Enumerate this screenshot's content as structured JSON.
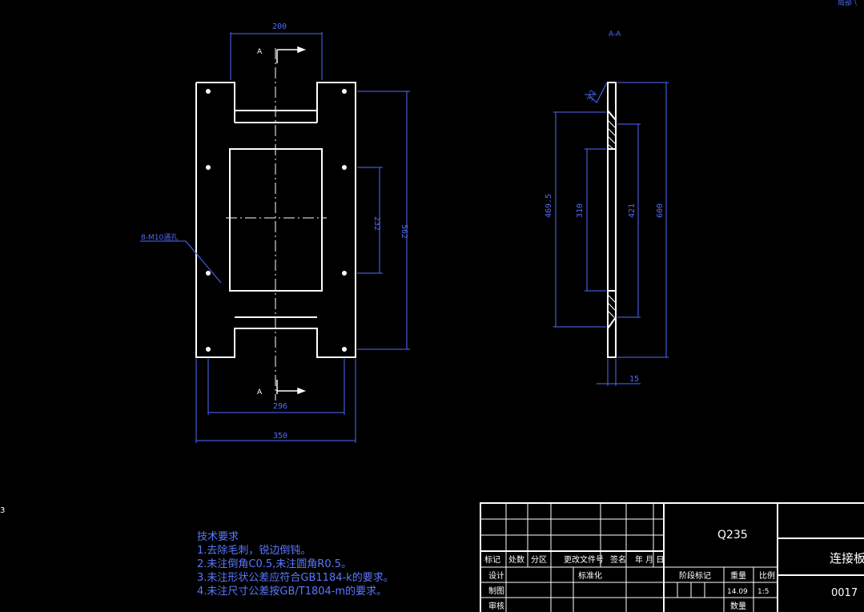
{
  "corner_text": "局部 \\",
  "front_view": {
    "section_marks": [
      "A",
      "A"
    ],
    "dims": {
      "top_width": "200",
      "height_holes": "562",
      "hole_spacing": "232",
      "bottom_holes": "296",
      "overall_width": "350"
    },
    "hole_callout": "8-M10通孔"
  },
  "side_view": {
    "title": "A-A",
    "dims": {
      "d1": "469.5",
      "d2": "310",
      "d3": "421",
      "d4": "600",
      "thickness": "15"
    },
    "roughness": "3.2"
  },
  "tech_notes": {
    "title": "技术要求",
    "lines": [
      "1.去除毛刺，锐边倒钝。",
      "2.未注倒角C0.5,未注圆角R0.5。",
      "3.未注形状公差应符合GB1184-k的要求。",
      "4.未注尺寸公差按GB/T1804-m的要求。"
    ]
  },
  "title_block": {
    "material": "Q235",
    "part_name": "连接板",
    "drawing_no": "0017",
    "header_cells": [
      "标记",
      "处数",
      "分区",
      "更改文件号",
      "签名",
      "年 月 日"
    ],
    "row_design": "设计",
    "row_standard": "标准化",
    "row_draw": "制图",
    "row_review": "审核",
    "stage_mark": "阶段标记",
    "weight_label": "重量",
    "scale_label": "比例",
    "weight_value": "14.09",
    "scale_value": "1:5",
    "qty_label": "数量"
  }
}
